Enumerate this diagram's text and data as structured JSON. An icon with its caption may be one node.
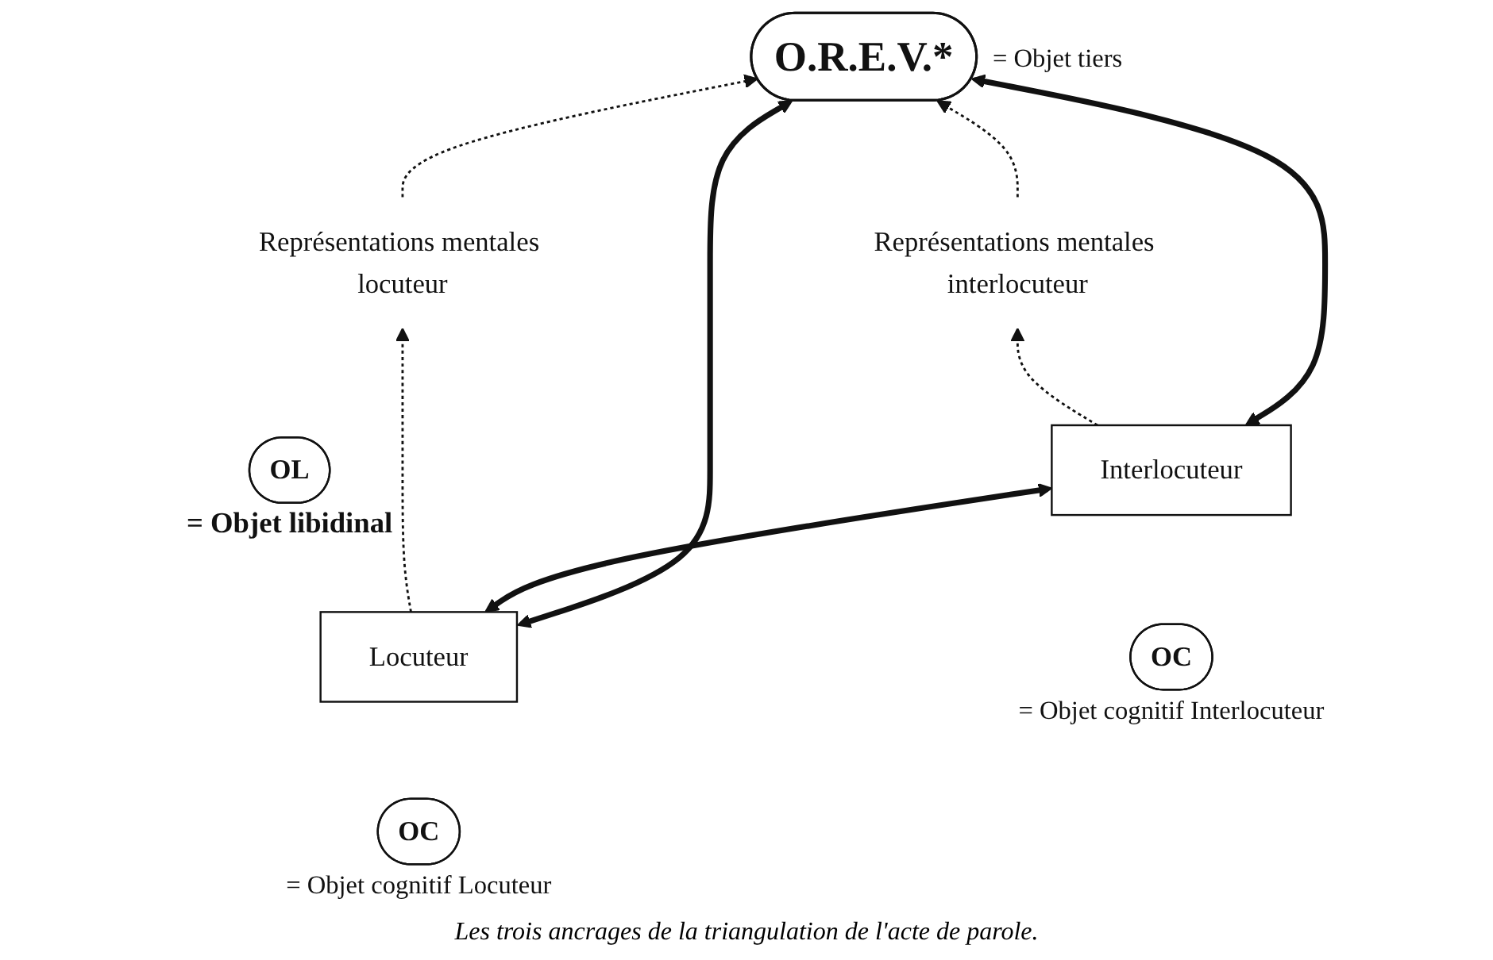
{
  "diagram": {
    "caption": "Les trois ancrages de la triangulation de l'acte de parole.",
    "nodes": [
      {
        "text": [
          "O.R.E.V.*"
        ],
        "beside": [
          "= Objet tiers"
        ]
      },
      {
        "text": [
          "Représentations mentales locuteur"
        ]
      },
      {
        "text": [
          "Représentations mentales interlocuteur"
        ]
      },
      {
        "text": [
          "OL"
        ],
        "beside": [
          "= Objet libidinal"
        ]
      },
      {
        "text": [
          "Locuteur"
        ]
      },
      {
        "text": [
          "OC"
        ],
        "beside": [
          "= Objet cognitif Locuteur"
        ]
      },
      {
        "text": [
          "Interlocuteur"
        ]
      },
      {
        "text": [
          "OC"
        ],
        "beside": [
          "= Objet cognitif Interlocuteur"
        ]
      }
    ],
    "edges": [
      {
        "from": 4,
        "to": 0,
        "arrow": "both",
        "style": "thick"
      },
      {
        "from": 6,
        "to": 0,
        "arrow": "both",
        "style": "thick"
      },
      {
        "from": 4,
        "to": 6,
        "arrow": "both",
        "style": "thick"
      },
      {
        "from": 4,
        "to": 1,
        "arrow": "to",
        "style": "dashed"
      },
      {
        "from": 1,
        "to": 0,
        "arrow": "to",
        "style": "dashed"
      },
      {
        "from": 6,
        "to": 2,
        "arrow": "to",
        "style": "dashed"
      },
      {
        "from": 2,
        "to": 0,
        "arrow": "to",
        "style": "dashed"
      }
    ]
  }
}
